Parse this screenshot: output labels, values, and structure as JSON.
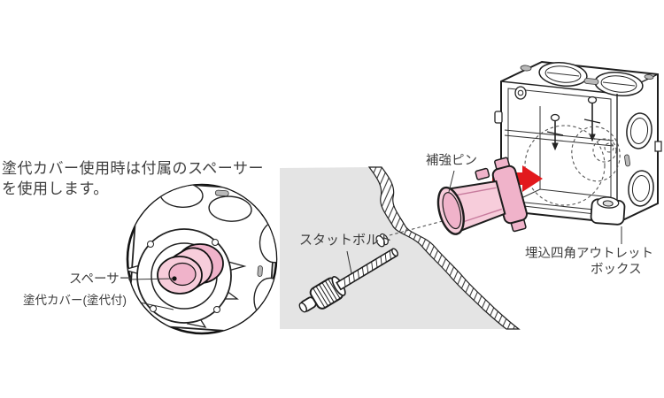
{
  "note": {
    "line1": "塗代カバー使用時は付属のスペーサー",
    "line2": "を使用します。"
  },
  "labels": {
    "spacer": "スペーサー",
    "plaster_cover": "塗代カバー(塗代付)",
    "stud_bolt": "スタットボルト",
    "reinforce_pin": "補強ピン",
    "outlet_box_line1": "埋込四角アウトレット",
    "outlet_box_line2": "ボックス"
  },
  "icons": {
    "insert_arrow": "red-arrow-right"
  },
  "colors": {
    "text": "#3d3d3d",
    "line": "#222222",
    "wall_gray": "#e4e4e4",
    "pink_light": "#f7cddb",
    "pink_mid": "#f0b3ca",
    "pink_dark": "#c77b9d",
    "arrow_red": "#e2191d"
  }
}
